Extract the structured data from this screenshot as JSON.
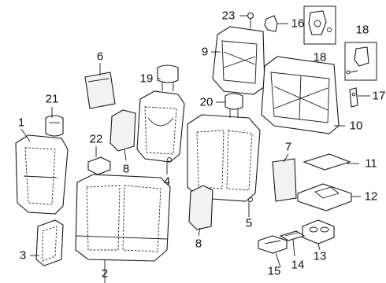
{
  "diagram": {
    "type": "exploded-parts-diagram",
    "callouts": [
      "1",
      "2",
      "3",
      "4",
      "5",
      "6",
      "7",
      "8",
      "9",
      "10",
      "11",
      "12",
      "13",
      "14",
      "15",
      "16",
      "17",
      "18",
      "19",
      "20",
      "21",
      "22",
      "23"
    ],
    "colors": {
      "line": "#1a1a1a",
      "background": "#ffffff",
      "label": "#111111"
    }
  }
}
